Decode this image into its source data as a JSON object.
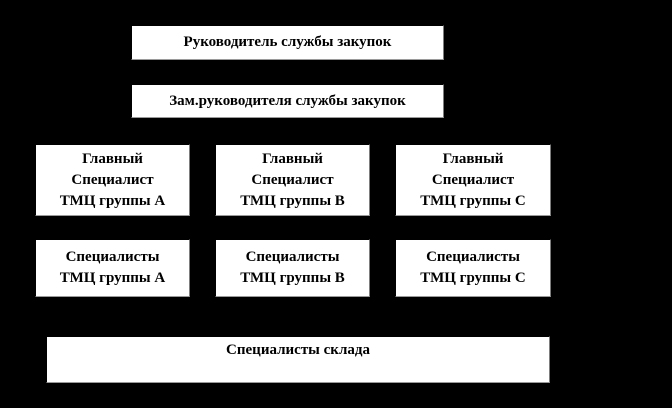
{
  "canvas": {
    "background_color": "#000000",
    "box_background_color": "#ffffff",
    "box_border_color": "#000000",
    "text_color": "#000000"
  },
  "org_chart": {
    "level1": {
      "label": "Руководитель службы закупок"
    },
    "level2": {
      "label": "Зам.руководителя службы закупок"
    },
    "level3": [
      {
        "lines": [
          "Главный",
          "Специалист",
          "ТМЦ группы А"
        ]
      },
      {
        "lines": [
          "Главный",
          "Специалист",
          "ТМЦ группы В"
        ]
      },
      {
        "lines": [
          "Главный",
          "Специалист",
          "ТМЦ группы С"
        ]
      }
    ],
    "level4": [
      {
        "lines": [
          "Специалисты",
          "ТМЦ группы А"
        ]
      },
      {
        "lines": [
          "Специалисты",
          "ТМЦ группы В"
        ]
      },
      {
        "lines": [
          "Специалисты",
          "ТМЦ группы С"
        ]
      }
    ],
    "level5": {
      "label": "Специалисты склада"
    }
  }
}
